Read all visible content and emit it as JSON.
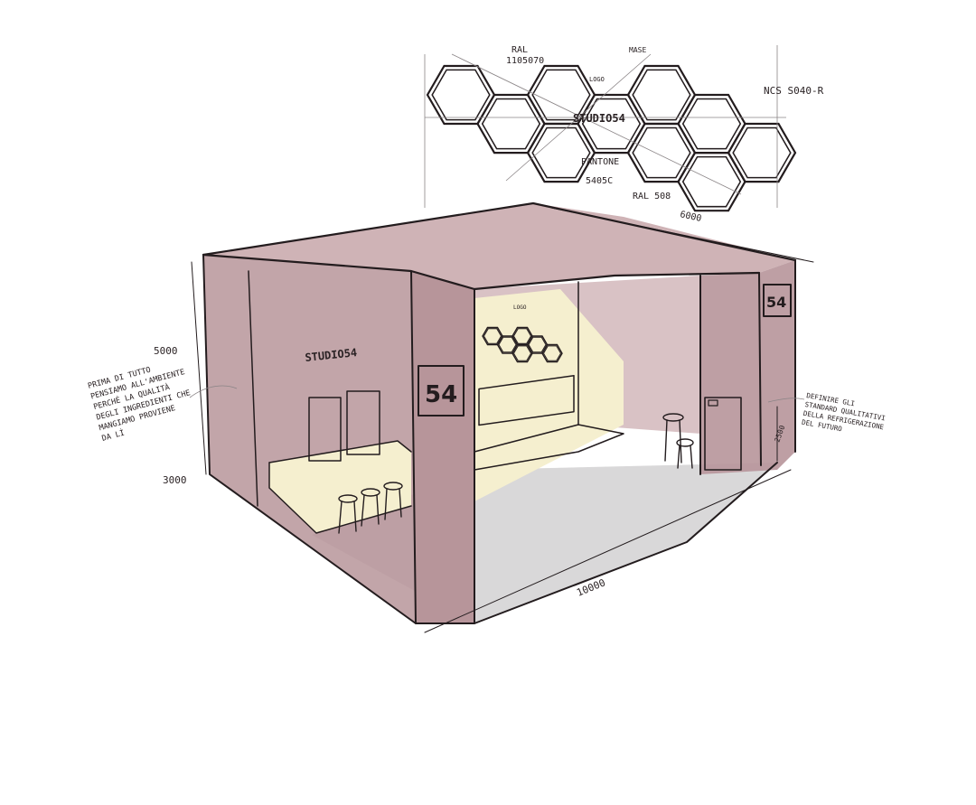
{
  "colors": {
    "wall": "#b7959a",
    "wall_light": "#cfb3b6",
    "floor": "#d9d8d9",
    "counter": "#f5efcf",
    "ink": "#231c1e"
  },
  "ceiling_detail": {
    "labels": {
      "ral_top": "RAL",
      "ral_top_code": "1105070",
      "base": "MASE",
      "logo": "LOGO",
      "ncs": "NCS S040-R",
      "pantone": "PANTONE",
      "pantone_code": "5405C",
      "ral_bottom": "RAL 508",
      "brand": "STUDIO54"
    }
  },
  "booth": {
    "wall_brand": "STUDIO54",
    "pillar_logo": "54",
    "back_logo_label": "LOGO",
    "dimensions": {
      "height_top": "5000",
      "height_bottom": "3000",
      "length": "10000",
      "depth": "6000",
      "side": "2500"
    }
  },
  "notes": {
    "left": [
      "PRIMA DI TUTTO",
      "PENSIAMO ALL'AMBIENTE",
      "PERCHÉ LA QUALITÀ",
      "DEGLI INGREDIENTI CHE",
      "MANGIAMO PROVIENE",
      "DA LÌ"
    ],
    "right": [
      "DEFINIRE GLI",
      "STANDARD QUALITATIVI",
      "DELLA REFRIGERAZIONE",
      "DEL FUTURO"
    ]
  }
}
